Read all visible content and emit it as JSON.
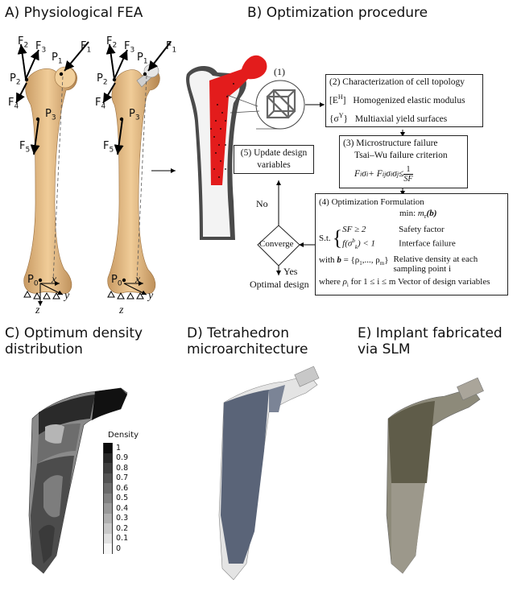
{
  "panels": {
    "a": "A) Physiological FEA",
    "b": "B) Optimization procedure",
    "c1": "C) Optimum density",
    "c2": "distribution",
    "d1": "D) Tetrahedron",
    "d2": "microarchitecture",
    "e1": "E) Implant fabricated",
    "e2": "via SLM"
  },
  "forces": {
    "f1": "F",
    "f1s": "1",
    "f2": "F",
    "f2s": "2",
    "f3": "F",
    "f3s": "3",
    "f4": "F",
    "f4s": "4",
    "f5": "F",
    "f5s": "5",
    "p0": "P",
    "p0s": "0",
    "p1": "P",
    "p1s": "1",
    "p2": "P",
    "p2s": "2",
    "p3": "P",
    "p3s": "3",
    "x": "x",
    "y": "y",
    "z": "z"
  },
  "box2": {
    "title": "(2)  Characterization of cell topology",
    "sym1": "[E",
    "sym1s": "H",
    "sym1e": "]",
    "line1": "Homogenized elastic modulus",
    "sym2": "{σ",
    "sym2s": "Y",
    "sym2e": "}",
    "line2": "Multiaxial yield surfaces"
  },
  "step1": "(1)",
  "box3": {
    "title": "(3)    Microstructure failure",
    "line1": "Tsai–Wu failure criterion",
    "eq": "F",
    "eq_a": "i",
    "eq_b": "σ",
    "eq_c": "i",
    "eq_d": " + F",
    "eq_e": "ij",
    "eq_f": "σ",
    "eq_g": "i",
    "eq_h": "σ",
    "eq_i": "j",
    "eq_j": " ≤ ",
    "eq_num": "1",
    "eq_den": "SF"
  },
  "box5": {
    "line1": "(5) Update design",
    "line2": "variables"
  },
  "box4": {
    "title": "(4)    Optimization Formulation",
    "min": "min:",
    "obj": "m",
    "obj_s": "r",
    "obj_b": "(b)",
    "st": "S.t.",
    "c1": "SF ≥ 2",
    "c1_label": "Safety factor",
    "c2": "f(σ",
    "c2_s": "b",
    "c2_k": "k",
    "c2_e": ") < 1",
    "c2_label": "Interface failure",
    "with": "with",
    "bvec": "b",
    "bvec2": " = {ρ",
    "bvec2_s": "1",
    "bvec3": ",..., ρ",
    "bvec3_s": "m",
    "bvec4": "}",
    "with_label1": "Relative density at each",
    "with_label2": "sampling point i",
    "where": "where",
    "rho": "ρ",
    "rho_s": "i",
    "where_cond": "for 1 ≤ i ≤ m",
    "where_label": "Vector of design variables"
  },
  "flow": {
    "no": "No",
    "converge": "Converge",
    "yes": "Yes",
    "optimal": "Optimal design"
  },
  "legend": {
    "title": "Density",
    "ticks": [
      "1",
      "0.9",
      "0.8",
      "0.7",
      "0.6",
      "0.5",
      "0.4",
      "0.3",
      "0.2",
      "0.1",
      "0"
    ],
    "colors": [
      "#0b0b0b",
      "#262626",
      "#3d3d3d",
      "#545454",
      "#6b6b6b",
      "#828282",
      "#999999",
      "#b0b0b0",
      "#c8c8c8",
      "#e0e0e0",
      "#f7f7f7"
    ]
  }
}
